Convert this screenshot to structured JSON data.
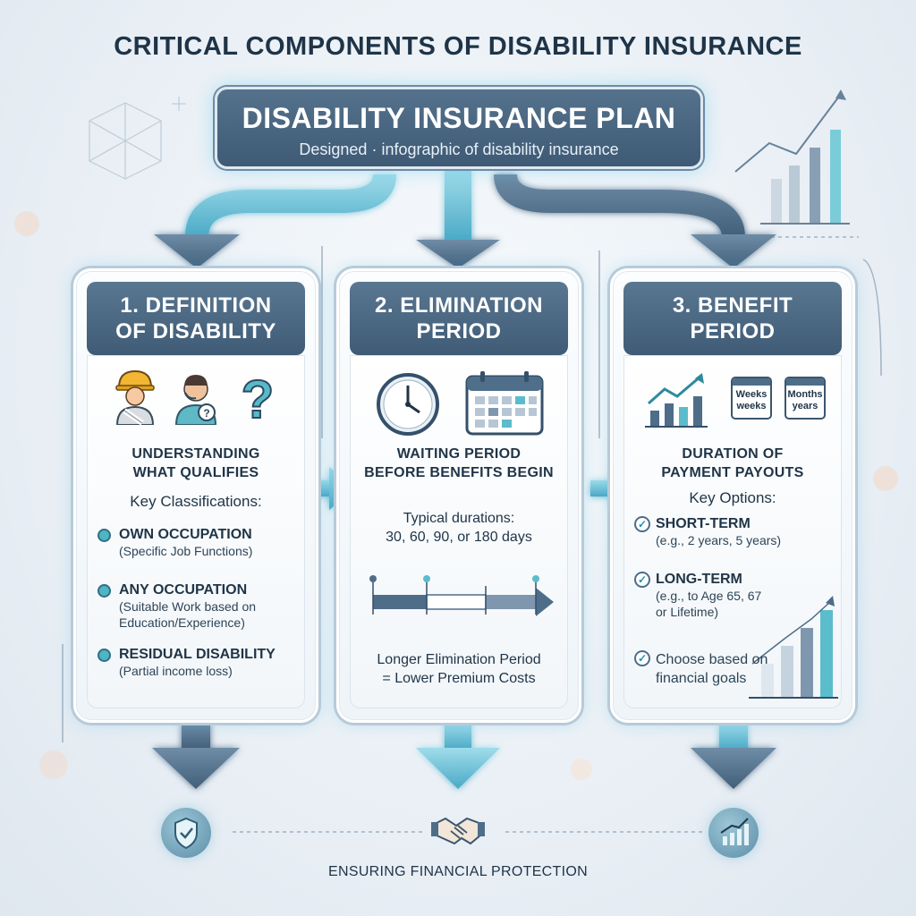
{
  "title": "CRITICAL COMPONENTS OF DISABILITY INSURANCE",
  "plan": {
    "title": "DISABILITY INSURANCE PLAN",
    "subtitle": "Designed · infographic of disability insurance"
  },
  "cards": [
    {
      "heading_line1": "1. DEFINITION",
      "heading_line2": "OF DISABILITY",
      "subtitle_line1": "UNDERSTANDING",
      "subtitle_line2": "WHAT QUALIFIES",
      "key_label": "Key Classifications:",
      "items": [
        {
          "name": "OWN OCCUPATION",
          "desc_line1": "(Specific Job Functions)",
          "desc_line2": ""
        },
        {
          "name": "ANY OCCUPATION",
          "desc_line1": "(Suitable Work based on",
          "desc_line2": "Education/Experience)"
        },
        {
          "name": "RESIDUAL DISABILITY",
          "desc_line1": "(Partial income loss)",
          "desc_line2": ""
        }
      ]
    },
    {
      "heading_line1": "2. ELIMINATION",
      "heading_line2": "PERIOD",
      "subtitle_line1": "WAITING PERIOD",
      "subtitle_line2": "BEFORE BENEFITS BEGIN",
      "durations_line1": "Typical durations:",
      "durations_line2": "30, 60, 90, or 180 days",
      "note_line1": "Longer Elimination Period",
      "note_line2": "= Lower Premium Costs"
    },
    {
      "heading_line1": "3. BENEFIT",
      "heading_line2": "PERIOD",
      "calendar1_line1": "Weeks",
      "calendar1_line2": "weeks",
      "calendar2_line1": "Months",
      "calendar2_line2": "years",
      "subtitle_line1": "DURATION OF",
      "subtitle_line2": "PAYMENT PAYOUTS",
      "key_label": "Key Options:",
      "items": [
        {
          "name": "SHORT-TERM",
          "desc_line1": "(e.g., 2 years, 5 years)",
          "desc_line2": ""
        },
        {
          "name": "LONG-TERM",
          "desc_line1": "(e.g., to Age 65, 67",
          "desc_line2": "or Lifetime)"
        }
      ],
      "choose_line1": "Choose based on",
      "choose_line2": "financial goals"
    }
  ],
  "footer": "ENSURING FINANCIAL PROTECTION",
  "colors": {
    "dark_slate": "#3f5b76",
    "teal_accent": "#4fb4c4",
    "glow": "#52c8e6"
  },
  "icons": [
    "worker-icon",
    "support-agent-icon",
    "question-mark-icon",
    "clock-icon",
    "calendar-icon",
    "growth-chart-icon",
    "shield-check-icon",
    "handshake-icon",
    "bar-chart-icon"
  ]
}
